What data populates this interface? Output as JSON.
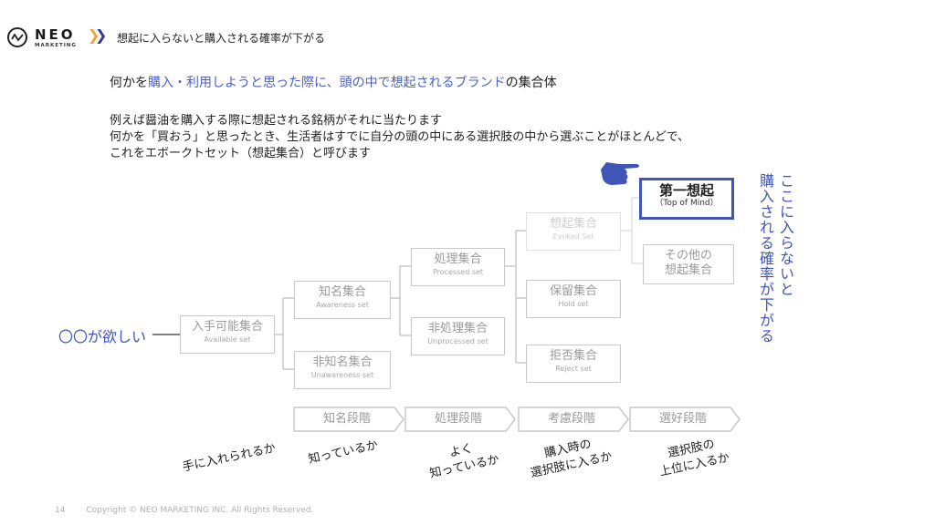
{
  "header": {
    "logo_word": "NEO",
    "logo_sub": "MARKETING",
    "title": "想起に入らないと購入される確率が下がる"
  },
  "lead": {
    "before": "何かを",
    "highlight": "購入・利用しようと思った際に、頭の中で想起されるブランド",
    "after": "の集合体"
  },
  "description": "例えば醤油を購入する際に想起される銘柄がそれに当たります\n何かを「買おう」と思ったとき、生活者はすでに自分の頭の中にある選択肢の中から選ぶことがほとんどで、\nこれをエボークトセット（想起集合）と呼びます",
  "diagram": {
    "want": "〇〇が欲しい",
    "available": {
      "jp": "入手可能集合",
      "en": "Available set"
    },
    "awareness": {
      "jp": "知名集合",
      "en": "Awareness set"
    },
    "unawareness": {
      "jp": "非知名集合",
      "en": "Unawareness set"
    },
    "processed": {
      "jp": "処理集合",
      "en": "Processed set"
    },
    "unprocessed": {
      "jp": "非処理集合",
      "en": "Unprocessed set"
    },
    "evoked": {
      "jp": "想起集合",
      "en": "Evoked Set"
    },
    "hold": {
      "jp": "保留集合",
      "en": "Hold set"
    },
    "reject": {
      "jp": "拒否集合",
      "en": "Reject set"
    },
    "top_of_mind": {
      "jp": "第一想起",
      "en": "（Top of Mind）"
    },
    "other": {
      "jp": "その他の\n想起集合"
    },
    "callout_col1": "ここに入らないと",
    "callout_col2": "購入される確率が下がる"
  },
  "stages": [
    "知名段階",
    "処理段階",
    "考慮段階",
    "選好段階"
  ],
  "questions": [
    "手に入れられるか",
    "知っているか",
    "よく\n知っているか",
    "購入時の\n選択肢に入るか",
    "選択肢の\n上位に入るか"
  ],
  "footer": {
    "page": "14",
    "copyright": "Copyright © NEO MARKETING INC. All Rights Reserved."
  },
  "colors": {
    "accent": "#3f56b8",
    "logo_chevron": "#f2a33a",
    "box_border": "#c8c8c8"
  }
}
